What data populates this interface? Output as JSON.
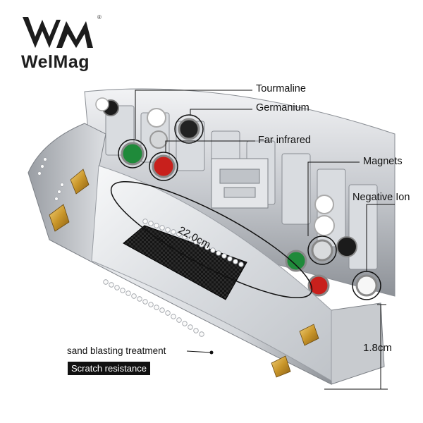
{
  "brand": {
    "name": "WelMag",
    "registered": "®"
  },
  "callouts": {
    "tourmaline": "Tourmaline",
    "germanium": "Germanium",
    "far_infrared": "Far infrared",
    "magnets": "Magnets",
    "negative_ion": "Negative Ion"
  },
  "dimensions": {
    "length": "22.0cm",
    "width": "1.8cm"
  },
  "features": {
    "finish": "sand blasting treatment",
    "property": "Scratch resistance"
  },
  "colors": {
    "steel": "#c9ccd1",
    "carbon": "#1a1a1a",
    "gold": "#c9962a",
    "germanium_stone": "#222222",
    "tourmaline_stone": "#1f8a3a",
    "far_infrared_stone": "#c8201c",
    "magnet_stone": "#d9dbdd",
    "negative_ion_stone": "#f7f7f7"
  }
}
